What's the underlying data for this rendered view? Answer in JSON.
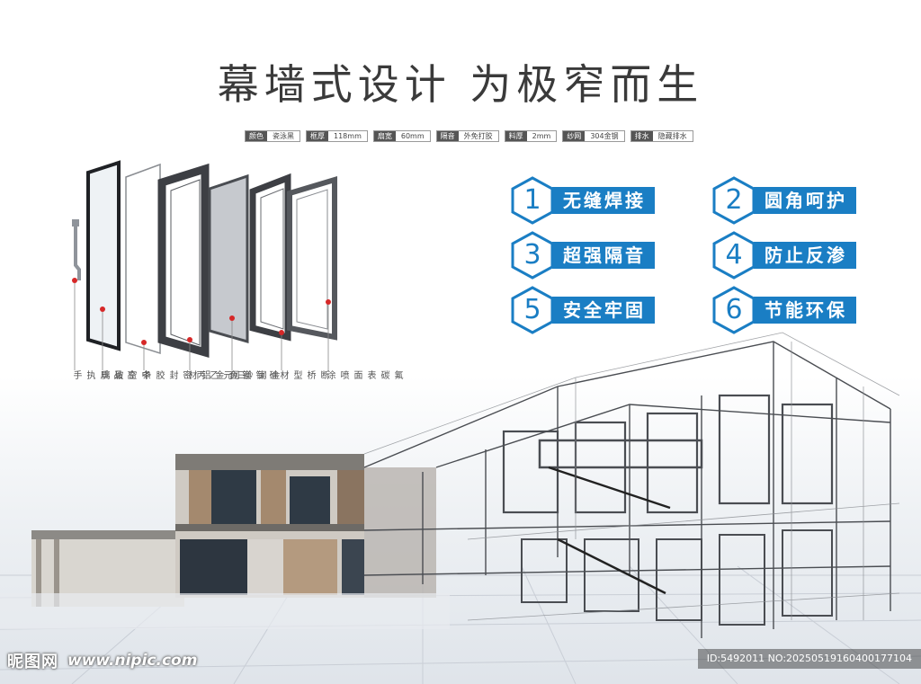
{
  "title": "幕墙式设计 为极窄而生",
  "specs": [
    {
      "label": "颜色",
      "value": "瓷泳黑"
    },
    {
      "label": "框厚",
      "value": "118mm"
    },
    {
      "label": "扇宽",
      "value": "60mm"
    },
    {
      "label": "隔音",
      "value": "外免打胶"
    },
    {
      "label": "料厚",
      "value": "2mm"
    },
    {
      "label": "纱网",
      "value": "304金钢"
    },
    {
      "label": "排水",
      "value": "隐藏排水"
    }
  ],
  "parts": [
    {
      "label": "高品质执手"
    },
    {
      "label": "中空玻璃"
    },
    {
      "label": "三元乙丙密封胶条"
    },
    {
      "label": "硅钛镁合金铝材"
    },
    {
      "label": "金钢纱网"
    },
    {
      "label": "断桥型材"
    },
    {
      "label": "氟碳表面喷涂"
    }
  ],
  "features": [
    {
      "num": "1",
      "text": "无缝焊接"
    },
    {
      "num": "2",
      "text": "圆角呵护"
    },
    {
      "num": "3",
      "text": "超强隔音"
    },
    {
      "num": "4",
      "text": "防止反渗"
    },
    {
      "num": "5",
      "text": "安全牢固"
    },
    {
      "num": "6",
      "text": "节能环保"
    }
  ],
  "watermark": {
    "brand": "昵图网",
    "site": "www.nipic.com",
    "id": "ID:5492011 NO:20250519160400177104"
  },
  "colors": {
    "accent": "#1a7ec4",
    "frame": "#3d3f44",
    "title": "#3a3a3a"
  }
}
